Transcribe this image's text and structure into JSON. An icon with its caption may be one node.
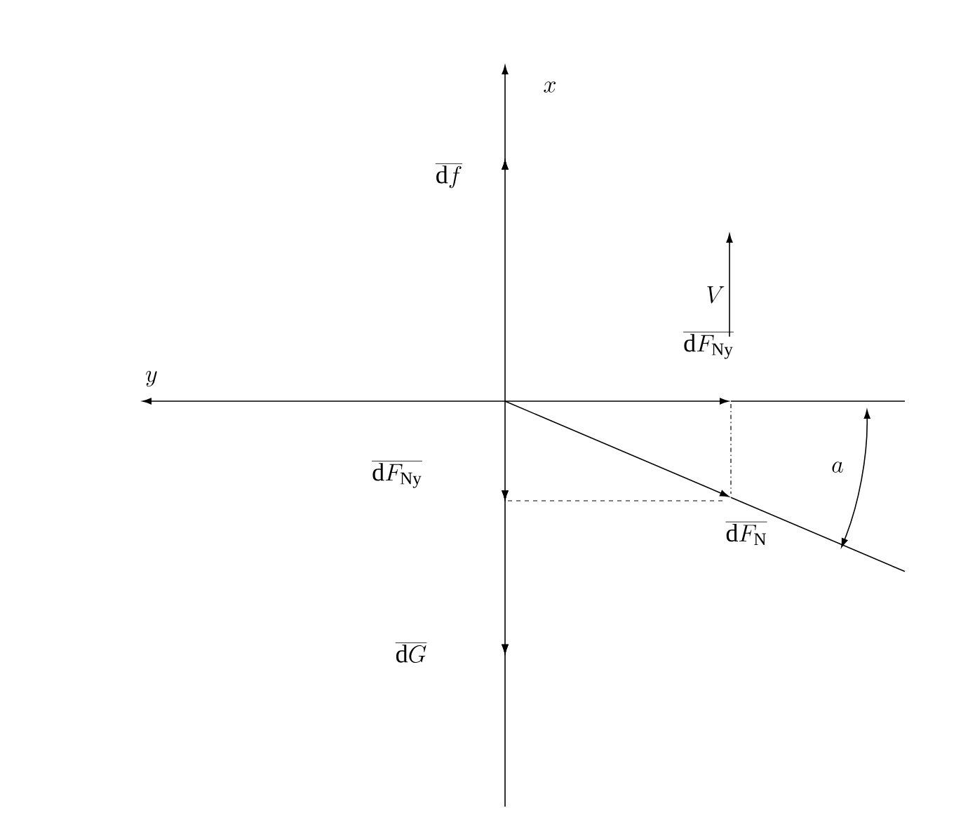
{
  "diagram": {
    "labels": [
      "x",
      "\\overline{\\mathrm{d}f}",
      "V",
      "\\overline{\\mathrm{d}F_{\\mathrm{Ny}}}",
      "y",
      "\\overline{\\mathrm{d}F_{\\mathrm{Ny}}}",
      "a",
      "\\overline{\\mathrm{d}F_{\\mathrm{N}}}",
      "\\overline{\\mathrm{d}G}"
    ]
  }
}
